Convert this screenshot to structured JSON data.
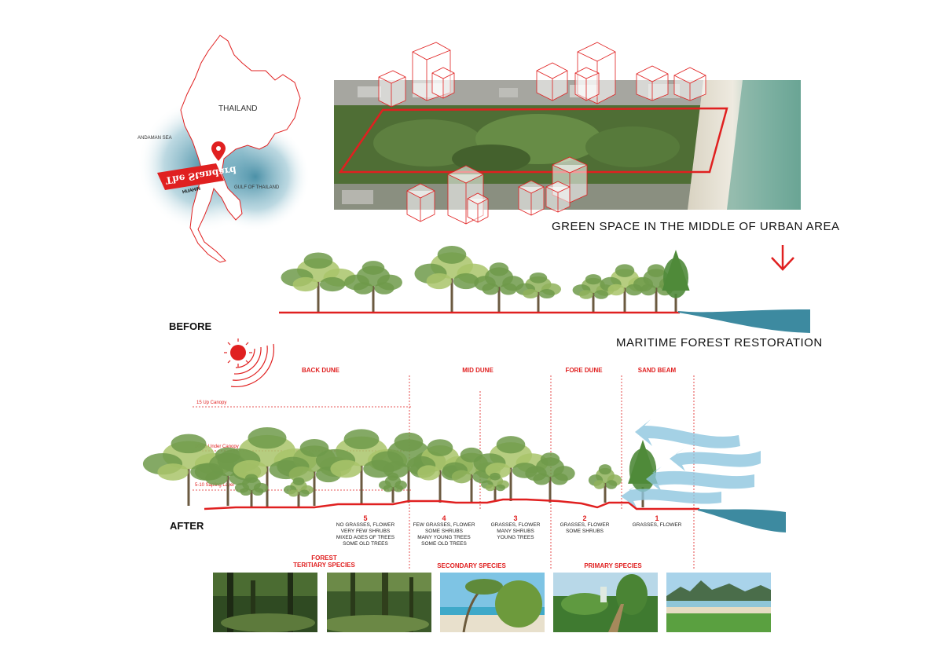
{
  "map": {
    "country": "THAILAND",
    "sea_west": "ANDAMAN SEA",
    "sea_east": "GULF OF THAILAND",
    "brand": "The Standard",
    "location": "HUAHIN"
  },
  "aerial": {
    "caption": "GREEN SPACE IN THE MIDDLE OF URBAN AREA"
  },
  "before": {
    "label": "BEFORE",
    "caption": "MARITIME FOREST RESTORATION"
  },
  "after": {
    "label": "AFTER",
    "levels": [
      "15 Up Canopy",
      "10-15 Under Canopy",
      "5-10 Sapling Layer"
    ],
    "zones": [
      {
        "name": "BACK DUNE"
      },
      {
        "name": "MID DUNE"
      },
      {
        "name": "FORE DUNE"
      },
      {
        "name": "SAND BEAM"
      }
    ],
    "stages": [
      {
        "num": "5",
        "lines": [
          "NO GRASSES, FLOWER",
          "VERY FEW SHRUBS",
          "MIXED AGES OF TREES",
          "SOME OLD TREES"
        ]
      },
      {
        "num": "4",
        "lines": [
          "FEW GRASSES, FLOWER",
          "SOME SHRUBS",
          "MANY YOUNG TREES",
          "SOME OLD TREES"
        ]
      },
      {
        "num": "3",
        "lines": [
          "GRASSES, FLOWER",
          "MANY SHRUBS",
          "YOUNG TREES"
        ]
      },
      {
        "num": "2",
        "lines": [
          "GRASSES, FLOWER",
          "SOME SHRUBS"
        ]
      },
      {
        "num": "1",
        "lines": [
          "GRASSES, FLOWER"
        ]
      }
    ],
    "species": [
      {
        "lines": [
          "FOREST",
          "TERITIARY SPECIES"
        ]
      },
      {
        "lines": [
          "SECONDARY SPECIES"
        ]
      },
      {
        "lines": [
          "PRIMARY SPECIES"
        ]
      }
    ]
  },
  "colors": {
    "accent_red": "#e02020",
    "sea_blue": "#3d8aa0",
    "tree_light": "#a9c46a",
    "tree_dark": "#6f9a4a",
    "wind_blue": "#8ec6df"
  }
}
